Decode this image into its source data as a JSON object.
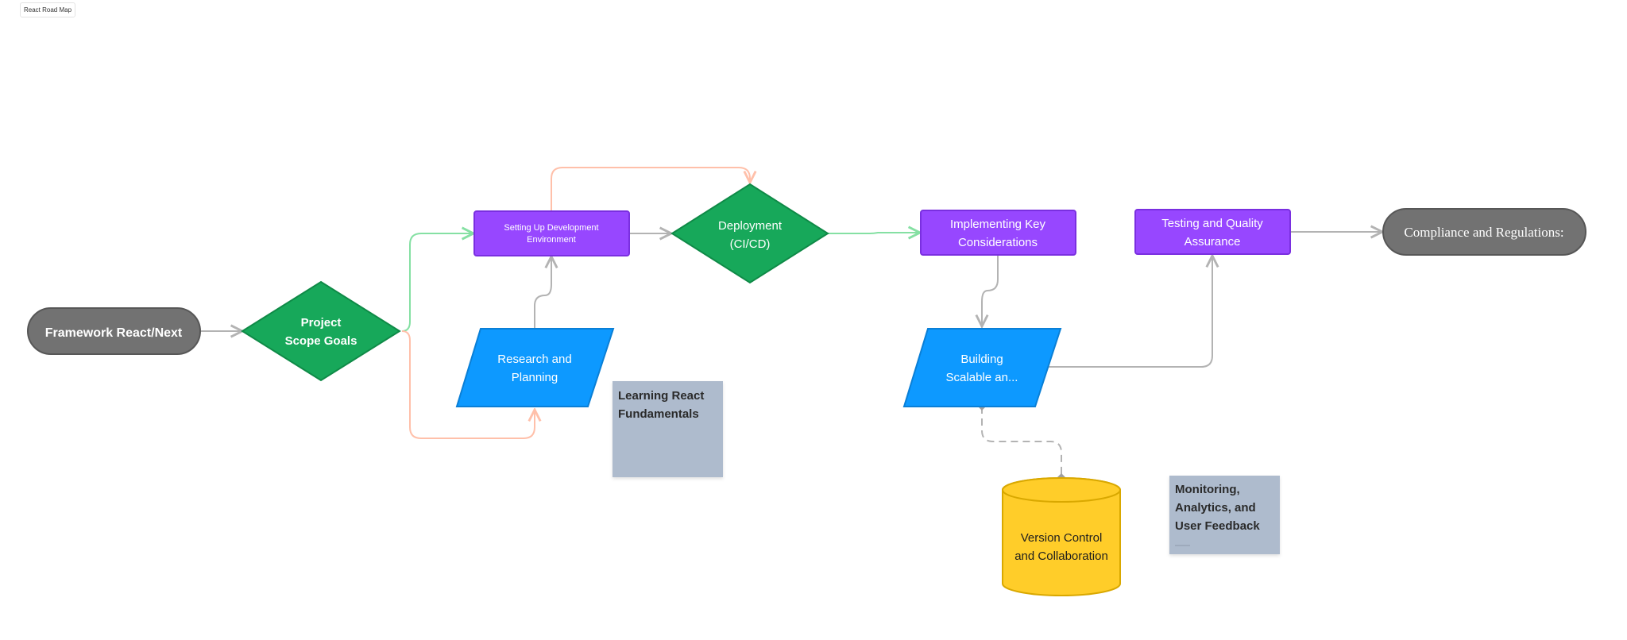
{
  "board": {
    "title": "React Road Map"
  },
  "colors": {
    "terminal_gray": "#727272",
    "decision_green": "#17a85a",
    "process_purple": "#9747ff",
    "io_blue": "#0d99ff",
    "note_slate": "#aebbcd",
    "database_yellow": "#ffcd29",
    "connector_gray": "#b3b3b3",
    "connector_green": "#85e0a3",
    "connector_salmon": "#ffc0aa"
  },
  "nodes": {
    "framework": {
      "text": "Framework React/Next"
    },
    "project_scope": {
      "line1": "Project",
      "line2": "Scope Goals"
    },
    "setup_env": {
      "line1": "Setting Up Development",
      "line2": "Environment"
    },
    "research": {
      "line1": "Research and",
      "line2": "Planning"
    },
    "learning_note": {
      "line1": "Learning React",
      "line2": "Fundamentals"
    },
    "deployment": {
      "line1": "Deployment",
      "line2": "(CI/CD)"
    },
    "implementing": {
      "line1": "Implementing Key",
      "line2": "Considerations"
    },
    "building": {
      "line1": "Building",
      "line2": "Scalable an..."
    },
    "version_control": {
      "line1": "Version Control",
      "line2": "and Collaboration"
    },
    "testing": {
      "line1": "Testing and Quality",
      "line2": "Assurance"
    },
    "monitoring_note": {
      "line1": "Monitoring,",
      "line2": "Analytics, and",
      "line3": "User Feedback"
    },
    "compliance": {
      "text": "Compliance and Regulations:"
    }
  }
}
